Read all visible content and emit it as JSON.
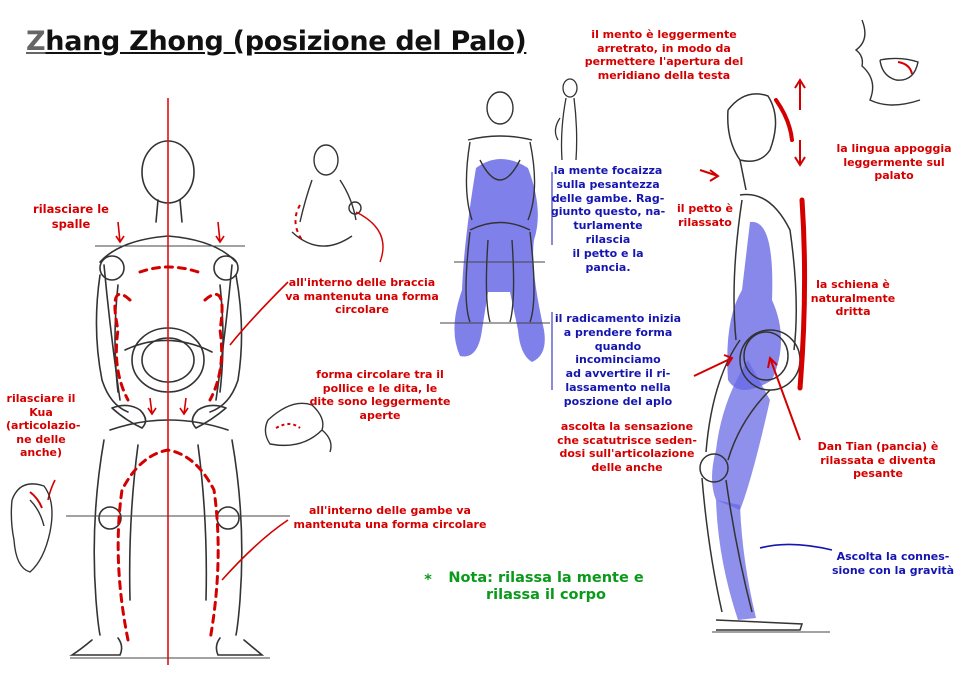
{
  "title": {
    "first_letter": "Z",
    "rest": "hang Zhong (posizione del Palo)"
  },
  "colors": {
    "annotation_red": "#d40000",
    "annotation_blue": "#1515b0",
    "note_green": "#0a9a1a",
    "body_fill": "#6a6ae6",
    "guide_line": "#e01010"
  },
  "annotations": {
    "spalle": "rilasciare le spalle",
    "kua": "rilasciare il\nKua\n(articolazio-\nne delle\nanche)",
    "braccia": "all'interno delle braccia\nva mantenuta una forma\ncircolare",
    "forma": "forma circolare tra il\npollice e le dita, le\ndite sono leggermente\naperte",
    "gambe": "all'interno delle gambe va\nmantenuta una forma circolare",
    "mento": "il mento è leggermente\narretrato, in modo da\npermettere l'apertura del\nmeridiano della testa",
    "lingua": "la lingua appoggia\nleggermente sul\npalato",
    "mente": "la mente focaizza\nsulla pesantezza\ndelle gambe. Rag-\ngiunto questo, na-\nturlamente rilascia\nil petto e la pancia.",
    "petto": "il petto è\nrilassato",
    "schiena": "la schiena è\nnaturalmente\ndritta",
    "radicamento": "il radicamento inizia\na prendere forma\nquando incominciamo\nad avvertire il ri-\nlassamento nella\nposzione del aplo",
    "ascolta": "ascolta la sensazione\nche scatutrisce seden-\ndosi sull'articolazione\ndelle anche",
    "dantian": "Dan Tian (pancia) è\nrilassata e diventa\npesante",
    "gravita": "Ascolta la connes-\nsione con la gravità"
  },
  "footnote": {
    "star": "*",
    "text": "Nota: rilassa la mente e\nrilassa il corpo"
  }
}
